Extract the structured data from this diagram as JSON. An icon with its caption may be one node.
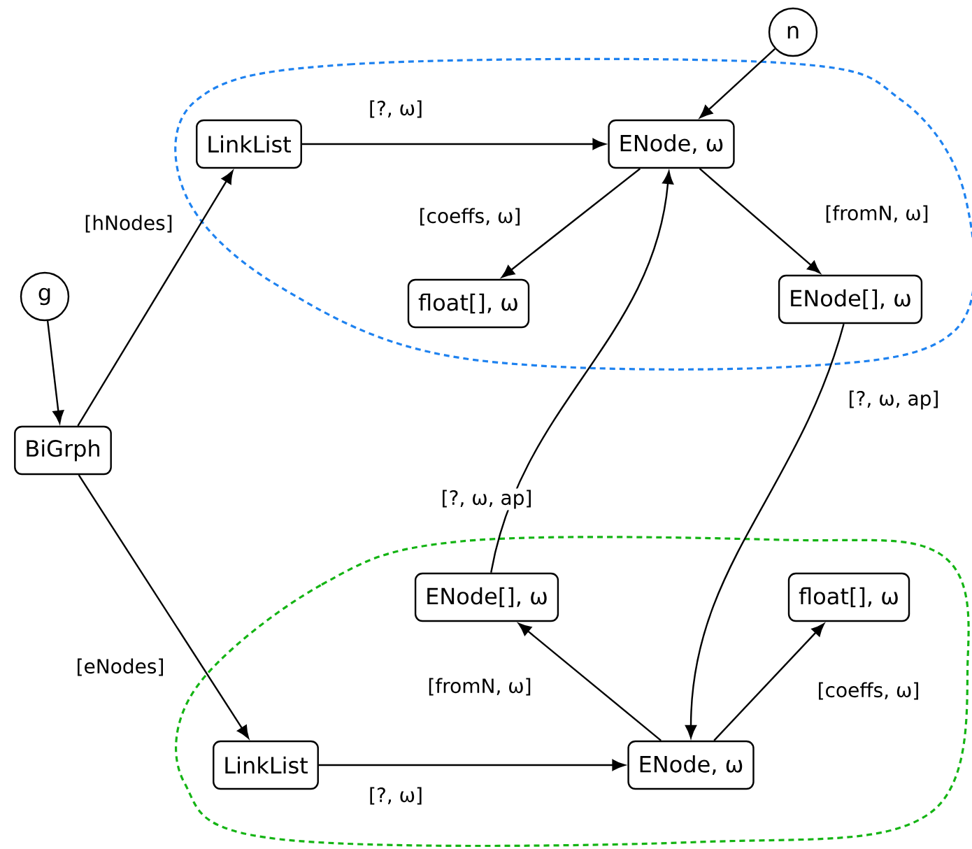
{
  "diagram": {
    "nodes": [
      {
        "text": [
          "n"
        ]
      },
      {
        "text": [
          "g"
        ]
      },
      {
        "text": [
          "BiGrph"
        ]
      },
      {
        "text": [
          "LinkList"
        ]
      },
      {
        "text": [
          "ENode, ω"
        ]
      },
      {
        "text": [
          "float[], ω"
        ]
      },
      {
        "text": [
          "ENode[], ω"
        ]
      },
      {
        "text": [
          "ENode[], ω"
        ]
      },
      {
        "text": [
          "float[], ω"
        ]
      },
      {
        "text": [
          "LinkList"
        ]
      },
      {
        "text": [
          "ENode, ω"
        ]
      }
    ],
    "edges": [
      {
        "from": 0,
        "to": 4,
        "arrow": "to"
      },
      {
        "from": 1,
        "to": 2,
        "arrow": "to"
      },
      {
        "from": 2,
        "to": 3,
        "arrow": "to",
        "label": "[hNodes]"
      },
      {
        "from": 2,
        "to": 9,
        "arrow": "to",
        "label": "[eNodes]"
      },
      {
        "from": 3,
        "to": 4,
        "arrow": "to",
        "label": "[?, ω]"
      },
      {
        "from": 4,
        "to": 5,
        "arrow": "to",
        "label": "[coeffs, ω]"
      },
      {
        "from": 4,
        "to": 6,
        "arrow": "to",
        "label": "[fromN, ω]"
      },
      {
        "from": 6,
        "to": 10,
        "arrow": "to",
        "label": "[?, ω, ap]"
      },
      {
        "from": 7,
        "to": 4,
        "arrow": "to",
        "label": "[?, ω, ap]"
      },
      {
        "from": 9,
        "to": 10,
        "arrow": "to",
        "label": "[?, ω]"
      },
      {
        "from": 10,
        "to": 7,
        "arrow": "to",
        "label": "[fromN, ω]"
      },
      {
        "from": 10,
        "to": 8,
        "arrow": "to",
        "label": "[coeffs, ω]"
      }
    ]
  }
}
